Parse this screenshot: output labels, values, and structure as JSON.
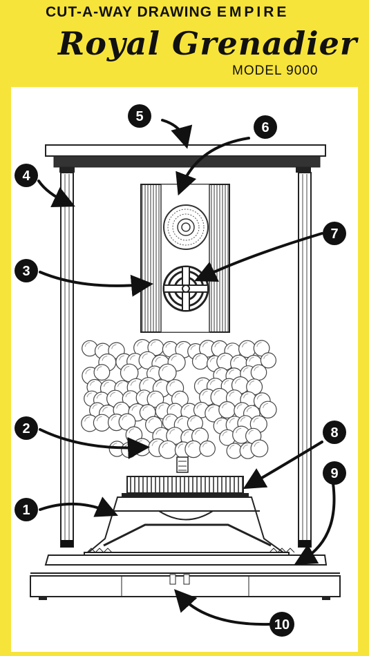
{
  "header": {
    "subtitle_prefix": "CUT-A-WAY DRAWING",
    "brand": "EMPIRE",
    "title": "Royal Grenadier",
    "model": "MODEL 9000"
  },
  "callouts": [
    "1",
    "2",
    "3",
    "4",
    "5",
    "6",
    "7",
    "8",
    "9",
    "10"
  ],
  "colors": {
    "background": "#F7E43A",
    "panel": "#FFFFFF",
    "ink": "#111111"
  }
}
